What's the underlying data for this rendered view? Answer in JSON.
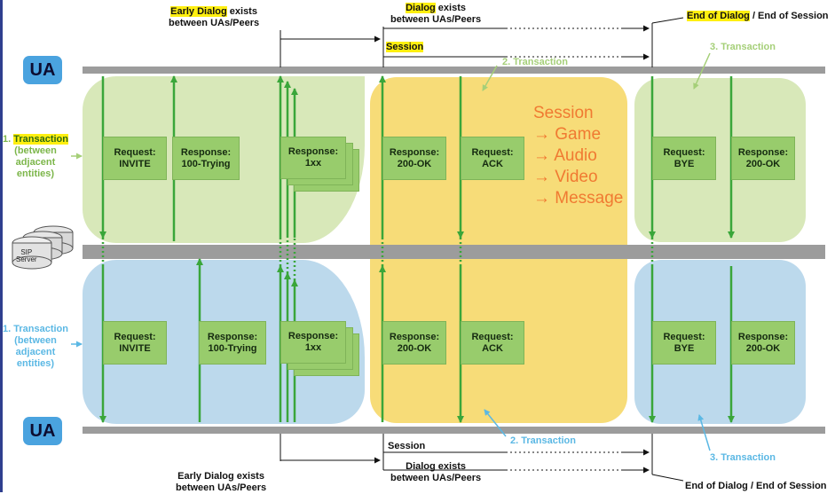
{
  "top": {
    "early_dialog_label": "Early Dialog",
    "early_dialog_rest": " exists",
    "early_dialog_line2": "between UAs/Peers",
    "dialog_label": "Dialog",
    "dialog_rest": " exists",
    "dialog_line2": "between UAs/Peers",
    "session_label": "Session",
    "end_dialog_label": "End of Dialog",
    "end_dialog_rest": " / End of Session"
  },
  "bottom": {
    "early_dialog_line1": "Early Dialog exists",
    "early_dialog_line2": "between UAs/Peers",
    "dialog_line1": "Dialog exists",
    "dialog_line2": "between UAs/Peers",
    "session_label": "Session",
    "end_dialog_label": "End of Dialog / End of Session"
  },
  "ua_label": "UA",
  "server": {
    "line1": "SIP",
    "line2": "Server"
  },
  "left_labels": {
    "top": {
      "number": "1. ",
      "word": "Transaction",
      "line2": "(between",
      "line3": "adjacent",
      "line4": "entities)"
    },
    "bottom": {
      "line1": "1. Transaction",
      "line2": "(between",
      "line3": "adjacent",
      "line4": "entities)"
    }
  },
  "transactions": {
    "top_2": "2. Transaction",
    "top_3": "3. Transaction",
    "bottom_2": "2. Transaction",
    "bottom_3": "3. Transaction"
  },
  "media": {
    "title": "Session",
    "items": [
      "→ Game",
      "→ Audio",
      "→ Video",
      "→ Message"
    ]
  },
  "top_boxes": [
    {
      "l1": "Request:",
      "l2": "INVITE"
    },
    {
      "l1": "Response:",
      "l2": "100-Trying"
    },
    {
      "l1": "Response:",
      "l2": "1xx"
    },
    {
      "l1": "Response:",
      "l2": "200-OK"
    },
    {
      "l1": "Request:",
      "l2": "ACK"
    },
    {
      "l1": "Request:",
      "l2": "BYE"
    },
    {
      "l1": "Response:",
      "l2": "200-OK"
    }
  ],
  "bottom_boxes": [
    {
      "l1": "Request:",
      "l2": "INVITE"
    },
    {
      "l1": "Response:",
      "l2": "100-Trying"
    },
    {
      "l1": "Response:",
      "l2": "1xx"
    },
    {
      "l1": "Response:",
      "l2": "200-OK"
    },
    {
      "l1": "Request:",
      "l2": "ACK"
    },
    {
      "l1": "Request:",
      "l2": "BYE"
    },
    {
      "l1": "Response:",
      "l2": "200-OK"
    }
  ],
  "colors": {
    "green_zone": "#d8e8b9",
    "blue_zone": "#bcd9ec",
    "yellow_zone": "#f7dc78",
    "arrow_green": "#3aa63a",
    "box_green": "#98cc6c",
    "highlight": "#ffef10",
    "ua_blue": "#4aa3df",
    "transaction_green_text": "#a5cf78",
    "transaction_blue_text": "#5bb8e4",
    "media_text": "#f07a32"
  }
}
